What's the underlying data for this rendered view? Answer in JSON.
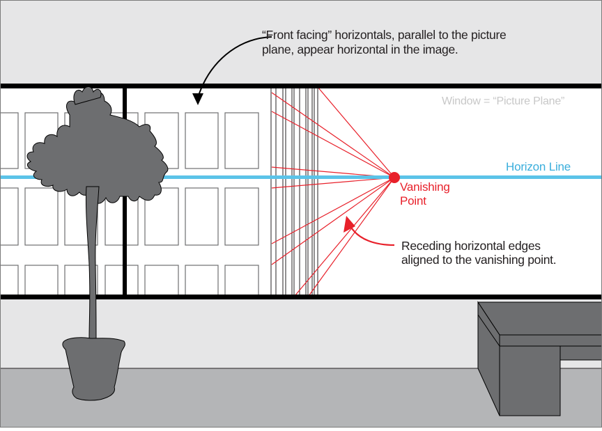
{
  "diagram": {
    "title": "One-point perspective through a window",
    "labels": {
      "front_facing_line1": "“Front facing” horizontals, parallel to the picture",
      "front_facing_line2": "plane, appear horizontal in the image.",
      "window": "Window = “Picture Plane”",
      "horizon": "Horizon Line",
      "vanishing_line1": "Vanishing",
      "vanishing_line2": "Point",
      "receding_line1": "Receding horizontal edges",
      "receding_line2": "aligned to the vanishing point."
    },
    "colors": {
      "wall": "#e6e6e7",
      "floor": "#b4b5b7",
      "frame": "#000000",
      "window_glass": "#ffffff",
      "horizon": "#5bc3e8",
      "vanishing": "#e8202a",
      "object_fill": "#6d6e70",
      "annotation_text": "#231f20",
      "window_label": "#c8c8c8"
    },
    "elements": [
      {
        "name": "ceiling-wall",
        "description": "light grey wall above the window"
      },
      {
        "name": "window",
        "description": "picture plane showing a building facade"
      },
      {
        "name": "building-front-face",
        "description": "front facing grid of windows"
      },
      {
        "name": "building-receding-face",
        "description": "side of building with receding edges"
      },
      {
        "name": "horizon-line",
        "description": "blue horizontal eye-level line"
      },
      {
        "name": "vanishing-point",
        "description": "red dot where receding edges converge"
      },
      {
        "name": "potted-plant",
        "description": "tree silhouette in a pot"
      },
      {
        "name": "bench",
        "description": "grey block bench in perspective"
      },
      {
        "name": "floor",
        "description": "darker grey floor"
      }
    ]
  }
}
